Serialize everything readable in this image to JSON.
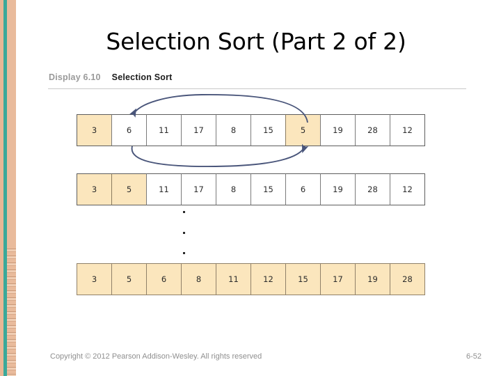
{
  "slide": {
    "title": "Selection Sort (Part 2 of 2)",
    "accent_teal": "#3aa99a",
    "accent_peach": "#e9bb9c",
    "highlight_color": "#fbe6bd",
    "arrow_color": "#49557a"
  },
  "figure": {
    "display_label": "Display 6.10",
    "display_title": "Selection Sort",
    "ellipsis": [
      "·",
      "·",
      "·"
    ],
    "rows": [
      {
        "name": "array-state-before-swap",
        "cells": [
          {
            "value": "3",
            "highlighted": true
          },
          {
            "value": "6",
            "highlighted": false
          },
          {
            "value": "11",
            "highlighted": false
          },
          {
            "value": "17",
            "highlighted": false
          },
          {
            "value": "8",
            "highlighted": false
          },
          {
            "value": "15",
            "highlighted": false
          },
          {
            "value": "5",
            "highlighted": true
          },
          {
            "value": "19",
            "highlighted": false
          },
          {
            "value": "28",
            "highlighted": false
          },
          {
            "value": "12",
            "highlighted": false
          }
        ]
      },
      {
        "name": "array-state-after-swap",
        "cells": [
          {
            "value": "3",
            "highlighted": true
          },
          {
            "value": "5",
            "highlighted": true
          },
          {
            "value": "11",
            "highlighted": false
          },
          {
            "value": "17",
            "highlighted": false
          },
          {
            "value": "8",
            "highlighted": false
          },
          {
            "value": "15",
            "highlighted": false
          },
          {
            "value": "6",
            "highlighted": false
          },
          {
            "value": "19",
            "highlighted": false
          },
          {
            "value": "28",
            "highlighted": false
          },
          {
            "value": "12",
            "highlighted": false
          }
        ]
      },
      {
        "name": "array-state-sorted",
        "cells": [
          {
            "value": "3",
            "highlighted": true
          },
          {
            "value": "5",
            "highlighted": true
          },
          {
            "value": "6",
            "highlighted": true
          },
          {
            "value": "8",
            "highlighted": true
          },
          {
            "value": "11",
            "highlighted": true
          },
          {
            "value": "12",
            "highlighted": true
          },
          {
            "value": "15",
            "highlighted": true
          },
          {
            "value": "17",
            "highlighted": true
          },
          {
            "value": "19",
            "highlighted": true
          },
          {
            "value": "28",
            "highlighted": true
          }
        ]
      }
    ],
    "swap_arrows": [
      {
        "name": "swap-arrow-top",
        "from_index": 6,
        "to_index": 1,
        "direction": "right-to-left"
      },
      {
        "name": "swap-arrow-bottom",
        "from_index": 1,
        "to_index": 6,
        "direction": "left-to-right"
      }
    ]
  },
  "footer": {
    "copyright": "Copyright © 2012 Pearson Addison-Wesley. All rights reserved",
    "slide_number": "6-52"
  }
}
